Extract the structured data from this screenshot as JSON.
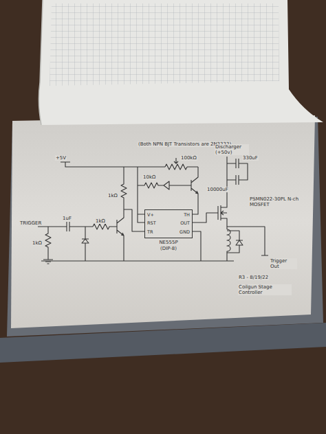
{
  "diagram": {
    "nodes": [
      {
        "text": [
          "V+",
          "TH",
          "RST",
          "OUT",
          "TR",
          "GND",
          "NE555P",
          "(DIP-8)"
        ]
      }
    ],
    "labels": [
      "(Both NPN BJT Transistors are 2N2222)",
      "+5V",
      "TRIGGER",
      "1uF",
      "1kΩ",
      "1kΩ",
      "1kΩ",
      "10kΩ",
      "100kΩ",
      "Discharger (+50v)",
      "330uF",
      "10000uF",
      "PSMN022-30PL N-ch MOSFET",
      "Trigger Out",
      "R3 - 8/19/22",
      "Coilgun Stage Controller"
    ]
  }
}
